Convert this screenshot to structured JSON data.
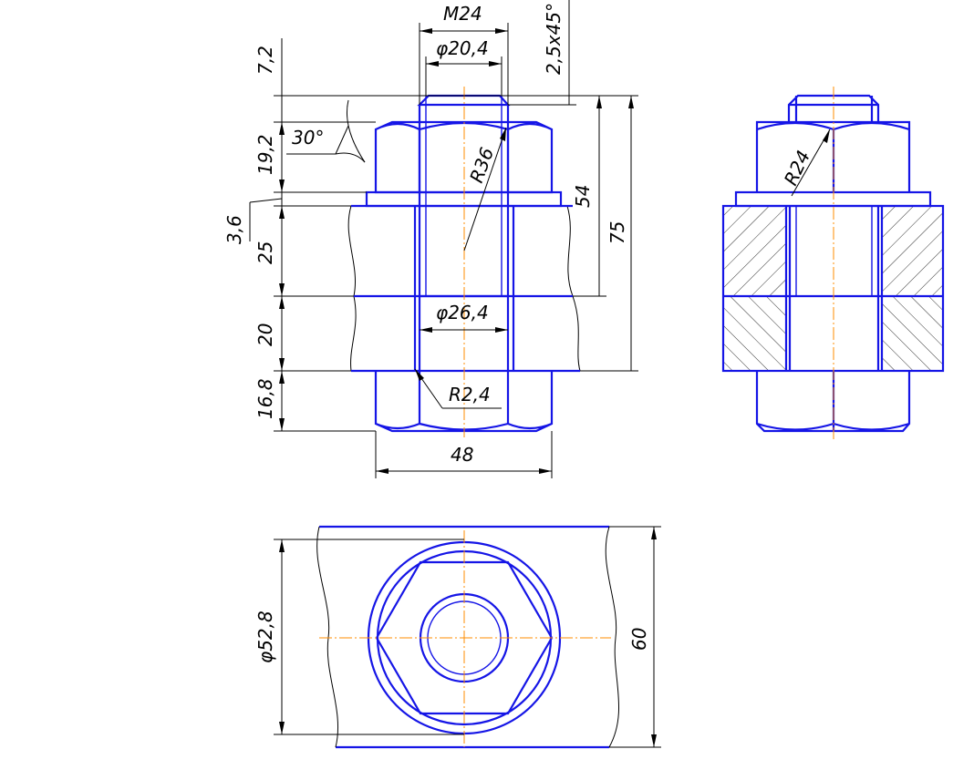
{
  "drawing": {
    "colors": {
      "contour": "#1515e6",
      "centerline": "#ff8c00",
      "dimension": "#000000"
    },
    "dimensions": {
      "thread": "M24",
      "thread_inner_dia": "φ20,4",
      "chamfer": "2,5x45°",
      "bolt_end": "7,2",
      "nut_height": "19,2",
      "angle": "30°",
      "nut_radius": "R36",
      "length_54": "54",
      "length_75": "75",
      "washer": "3,6",
      "plate1": "25",
      "plate2": "20",
      "head_height": "16,8",
      "hole_dia": "φ26,4",
      "fillet": "R2,4",
      "head_width": "48",
      "side_radius": "R24",
      "washer_dia": "φ52,8",
      "plate_width": "60"
    }
  }
}
